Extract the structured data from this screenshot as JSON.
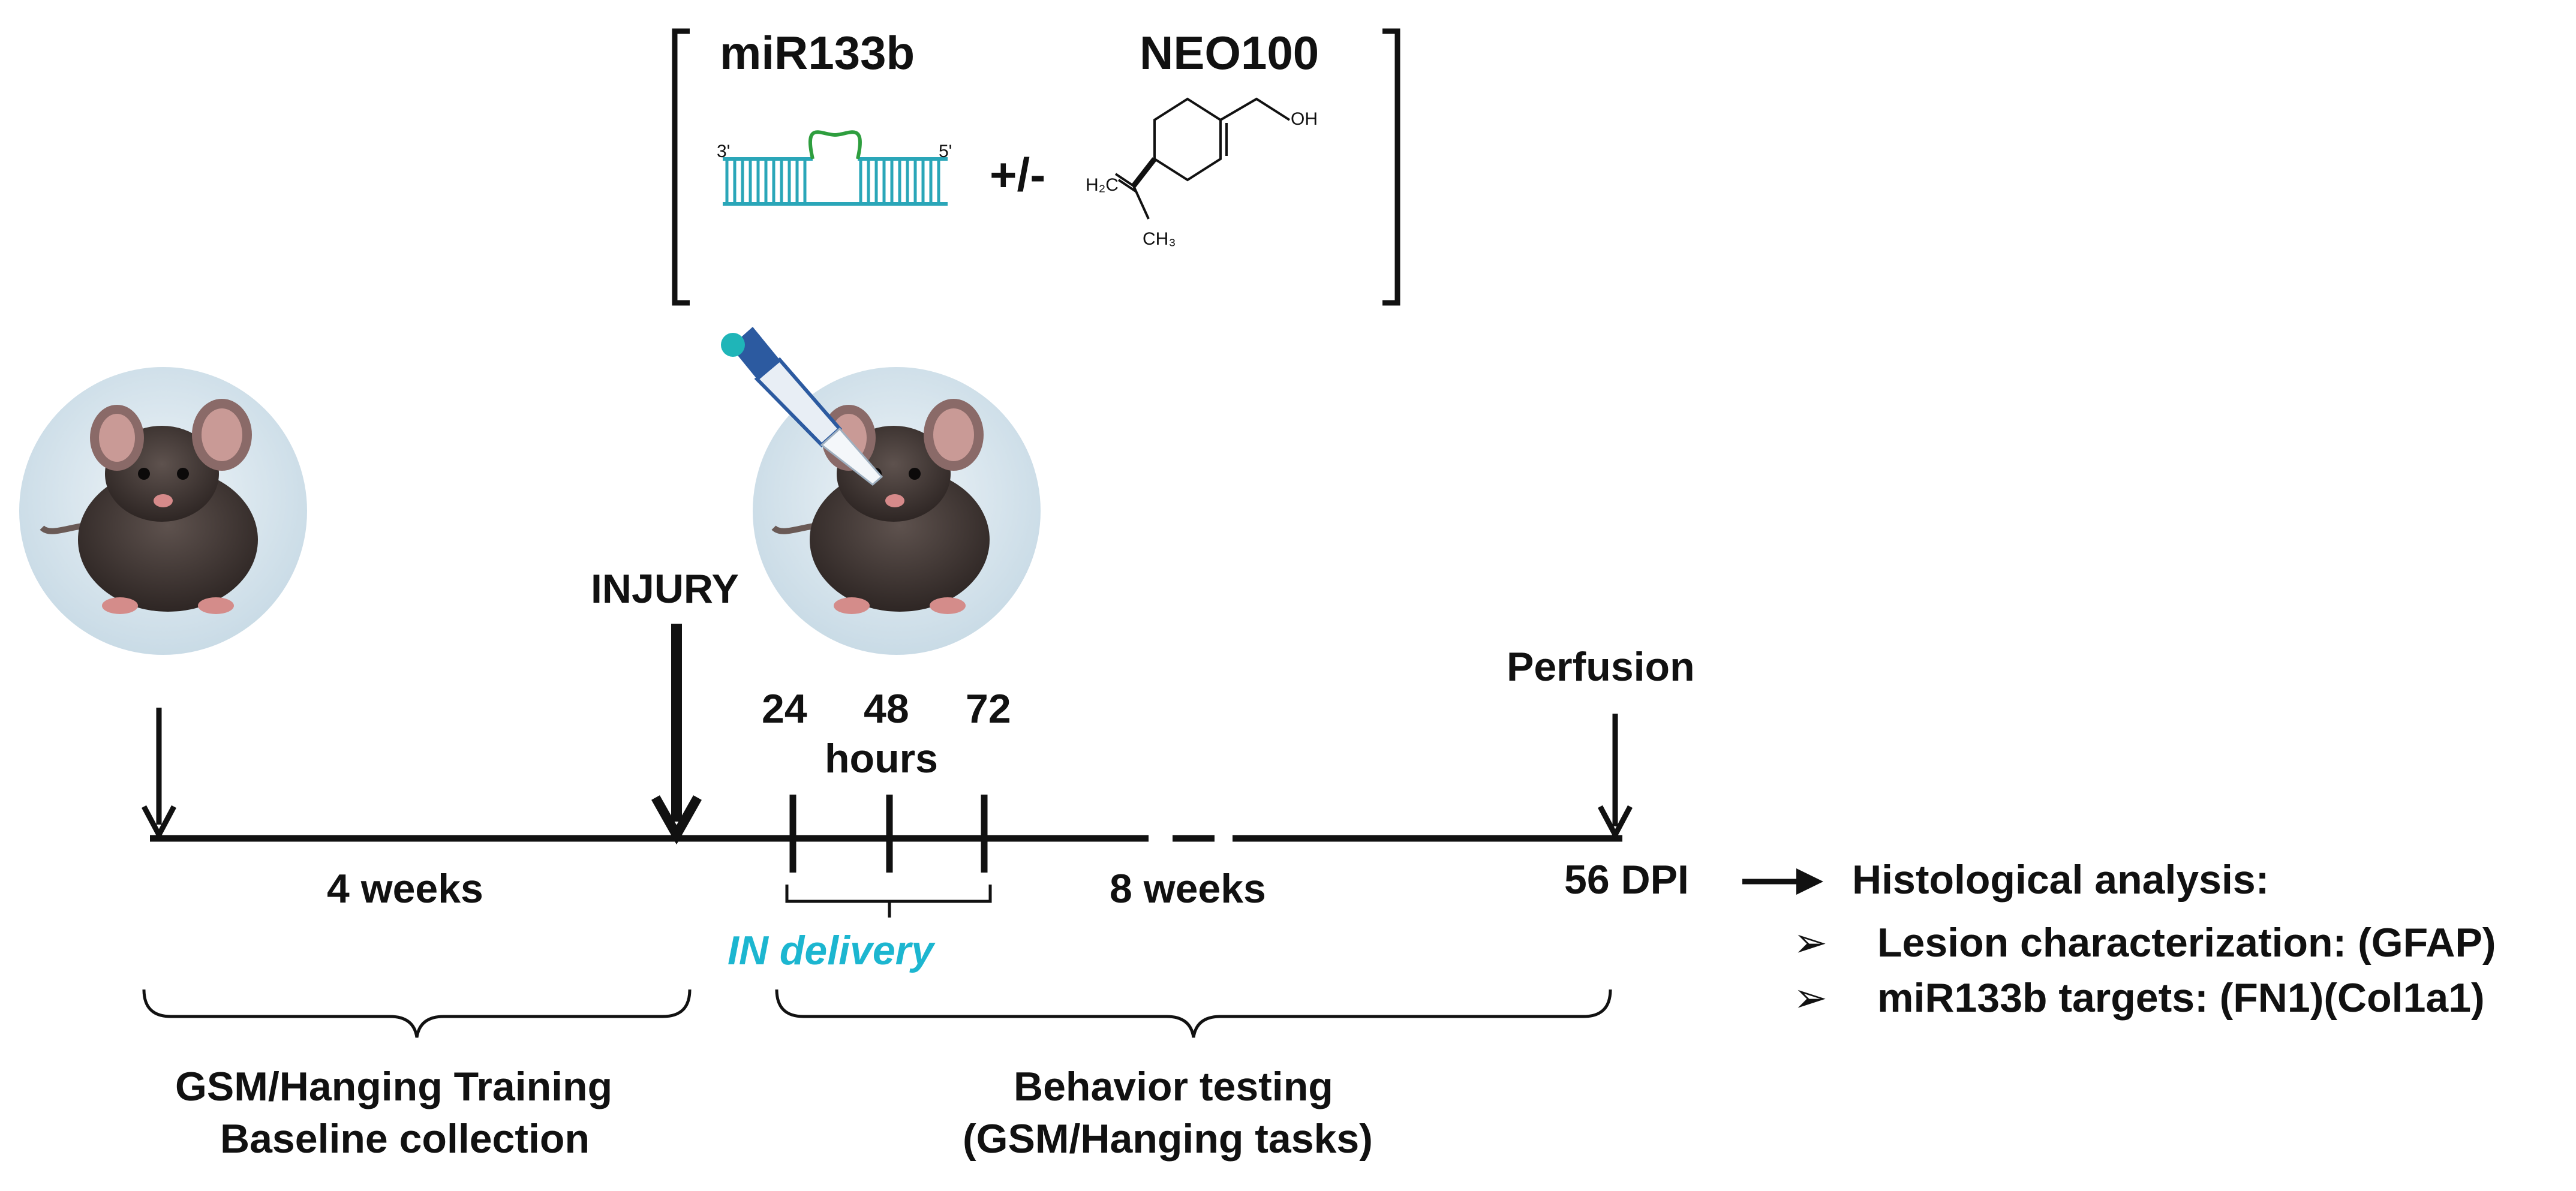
{
  "header": {
    "agent1": "miR133b",
    "plusminus": "+/-",
    "agent2": "NEO100",
    "rna_end_left": "3'",
    "rna_end_right": "5'",
    "chem_oh": "OH",
    "chem_h2c": "H₂C",
    "chem_ch3": "CH₃"
  },
  "timeline": {
    "injury": "INJURY",
    "perfusion": "Perfusion",
    "hours_ticks": [
      "24",
      "48",
      "72"
    ],
    "hours_unit": "hours",
    "phase1": "4 weeks",
    "phase2": "8 weeks",
    "endpoint": "56 DPI",
    "delivery": "IN delivery"
  },
  "phases": {
    "training_line1": "GSM/Hanging Training",
    "training_line2": "Baseline collection",
    "testing_line1": "Behavior testing",
    "testing_line2": "(GSM/Hanging tasks)"
  },
  "analysis": {
    "title": "Histological analysis:",
    "bullet_glyph": "➢",
    "items": [
      "Lesion characterization: (GFAP)",
      "miR133b targets:  (FN1)(Col1a1)"
    ]
  },
  "colors": {
    "rna_stem": "#2aa6b8",
    "rna_loop": "#2e9e3e",
    "delivery_text": "#1cb6d0",
    "mouse_bg": "#d8e6ee",
    "mouse_body": "#4a3f3c"
  }
}
